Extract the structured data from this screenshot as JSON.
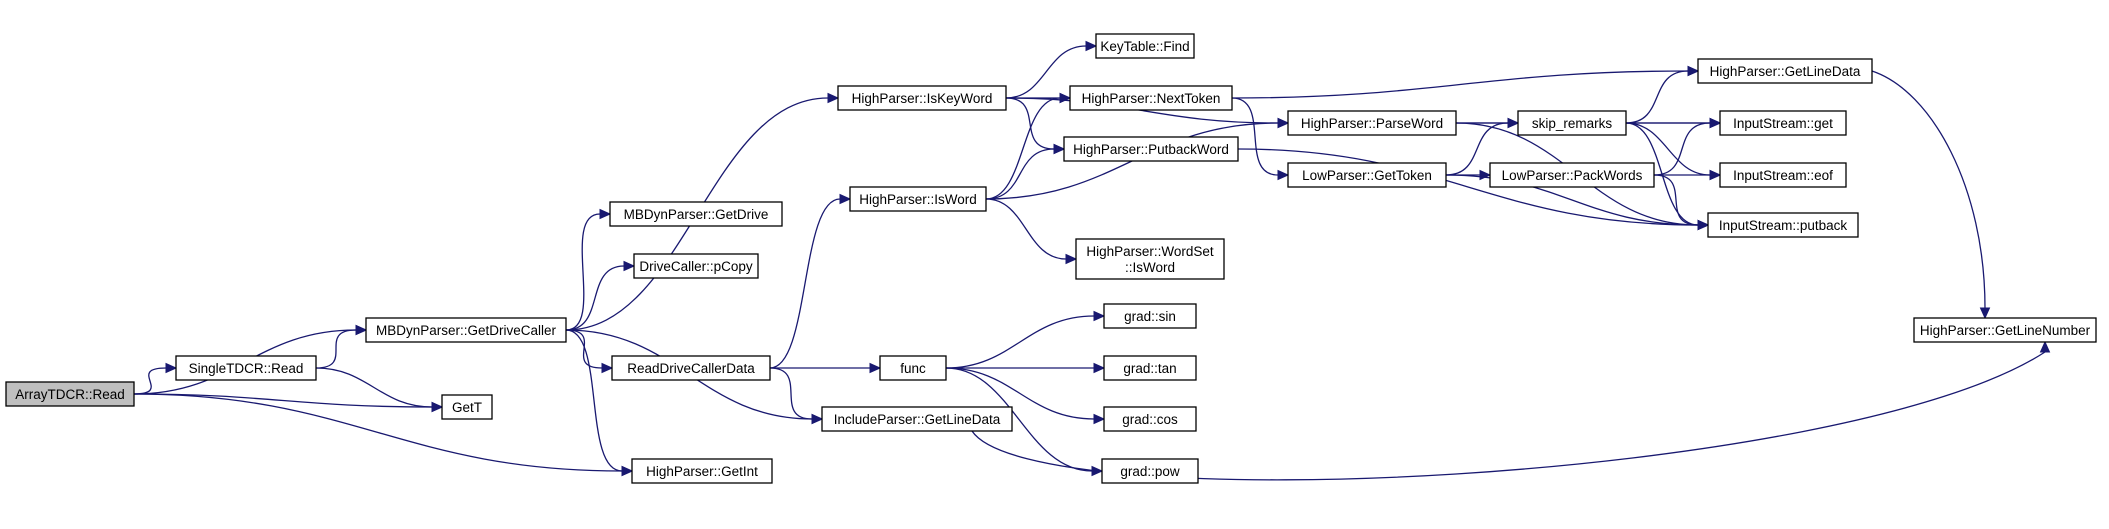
{
  "title": "",
  "nodes": [
    {
      "id": "n0",
      "lines": [
        "ArrayTDCR::Read"
      ],
      "root": true
    },
    {
      "id": "n1",
      "lines": [
        "MBDynParser::GetDriveCaller"
      ]
    },
    {
      "id": "n2",
      "lines": [
        "SingleTDCR::Read"
      ]
    },
    {
      "id": "n3",
      "lines": [
        "GetT"
      ]
    },
    {
      "id": "n4",
      "lines": [
        "HighParser::GetInt"
      ]
    },
    {
      "id": "n5",
      "lines": [
        "MBDynParser::GetDrive"
      ]
    },
    {
      "id": "n6",
      "lines": [
        "DriveCaller::pCopy"
      ]
    },
    {
      "id": "n7",
      "lines": [
        "HighParser::IsKeyWord"
      ]
    },
    {
      "id": "n8",
      "lines": [
        "ReadDriveCallerData"
      ]
    },
    {
      "id": "n9",
      "lines": [
        "IncludeParser::GetLineData"
      ]
    },
    {
      "id": "n10",
      "lines": [
        "HighParser::IsWord"
      ]
    },
    {
      "id": "n11",
      "lines": [
        "func"
      ]
    },
    {
      "id": "n12",
      "lines": [
        "KeyTable::Find"
      ]
    },
    {
      "id": "n13",
      "lines": [
        "HighParser::NextToken"
      ]
    },
    {
      "id": "n14",
      "lines": [
        "HighParser::PutbackWord"
      ]
    },
    {
      "id": "n15",
      "lines": [
        "HighParser::WordSet",
        "::IsWord"
      ]
    },
    {
      "id": "n16",
      "lines": [
        "grad::sin"
      ]
    },
    {
      "id": "n17",
      "lines": [
        "grad::tan"
      ]
    },
    {
      "id": "n18",
      "lines": [
        "grad::cos"
      ]
    },
    {
      "id": "n19",
      "lines": [
        "grad::pow"
      ]
    },
    {
      "id": "n20",
      "lines": [
        "HighParser::ParseWord"
      ]
    },
    {
      "id": "n21",
      "lines": [
        "LowParser::GetToken"
      ]
    },
    {
      "id": "n22",
      "lines": [
        "skip_remarks"
      ]
    },
    {
      "id": "n23",
      "lines": [
        "LowParser::PackWords"
      ]
    },
    {
      "id": "n24",
      "lines": [
        "HighParser::GetLineData"
      ]
    },
    {
      "id": "n25",
      "lines": [
        "InputStream::get"
      ]
    },
    {
      "id": "n26",
      "lines": [
        "InputStream::eof"
      ]
    },
    {
      "id": "n27",
      "lines": [
        "InputStream::putback"
      ]
    },
    {
      "id": "n28",
      "lines": [
        "HighParser::GetLineNumber"
      ]
    }
  ],
  "edges": [
    [
      "n0",
      "n1"
    ],
    [
      "n0",
      "n2"
    ],
    [
      "n0",
      "n3"
    ],
    [
      "n0",
      "n4"
    ],
    [
      "n2",
      "n1"
    ],
    [
      "n2",
      "n3"
    ],
    [
      "n1",
      "n5"
    ],
    [
      "n1",
      "n6"
    ],
    [
      "n1",
      "n4"
    ],
    [
      "n1",
      "n7"
    ],
    [
      "n1",
      "n8"
    ],
    [
      "n1",
      "n9"
    ],
    [
      "n7",
      "n12"
    ],
    [
      "n7",
      "n13"
    ],
    [
      "n7",
      "n14"
    ],
    [
      "n7",
      "n20"
    ],
    [
      "n8",
      "n10"
    ],
    [
      "n8",
      "n11"
    ],
    [
      "n8",
      "n9"
    ],
    [
      "n10",
      "n13"
    ],
    [
      "n10",
      "n14"
    ],
    [
      "n10",
      "n15"
    ],
    [
      "n10",
      "n20"
    ],
    [
      "n11",
      "n16"
    ],
    [
      "n11",
      "n17"
    ],
    [
      "n11",
      "n18"
    ],
    [
      "n11",
      "n19"
    ],
    [
      "n9",
      "n28"
    ],
    [
      "n13",
      "n24"
    ],
    [
      "n13",
      "n21"
    ],
    [
      "n14",
      "n27"
    ],
    [
      "n20",
      "n22"
    ],
    [
      "n20",
      "n25"
    ],
    [
      "n20",
      "n27"
    ],
    [
      "n21",
      "n22"
    ],
    [
      "n21",
      "n23"
    ],
    [
      "n21",
      "n27"
    ],
    [
      "n22",
      "n24"
    ],
    [
      "n22",
      "n25"
    ],
    [
      "n22",
      "n26"
    ],
    [
      "n22",
      "n27"
    ],
    [
      "n23",
      "n25"
    ],
    [
      "n23",
      "n26"
    ],
    [
      "n23",
      "n27"
    ],
    [
      "n24",
      "n28"
    ]
  ],
  "colors": {
    "edge": "#191970",
    "root_fill": "#bfbfbf",
    "node_fill": "#ffffff",
    "node_border": "#000000"
  }
}
